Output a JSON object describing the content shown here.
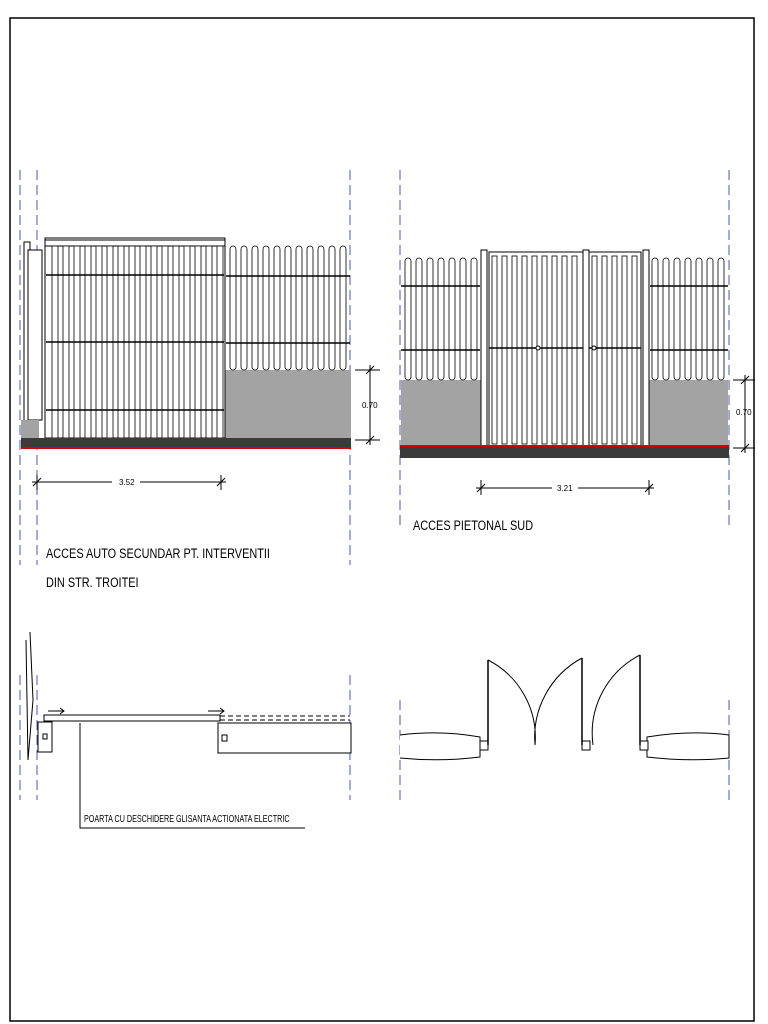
{
  "drawing": {
    "colors": {
      "base_gray": "#a3a3a3",
      "ground_dark": "#3b3b3b",
      "ground_red": "#d40000",
      "axis_blue": "#4a5aa8",
      "line": "#000000"
    },
    "elevation_left": {
      "dimension_height": "0.70",
      "dimension_width": "3.52",
      "caption_line1": "ACCES AUTO SECUNDAR PT. INTERVENTII",
      "caption_line2": "DIN STR. TROITEI"
    },
    "elevation_right": {
      "dimension_height": "0.70",
      "dimension_width": "3.21",
      "caption": "ACCES PIETONAL SUD"
    },
    "plan_left": {
      "label": "POARTA CU DESCHIDERE GLISANTA ACTIONATA ELECTRIC"
    }
  }
}
